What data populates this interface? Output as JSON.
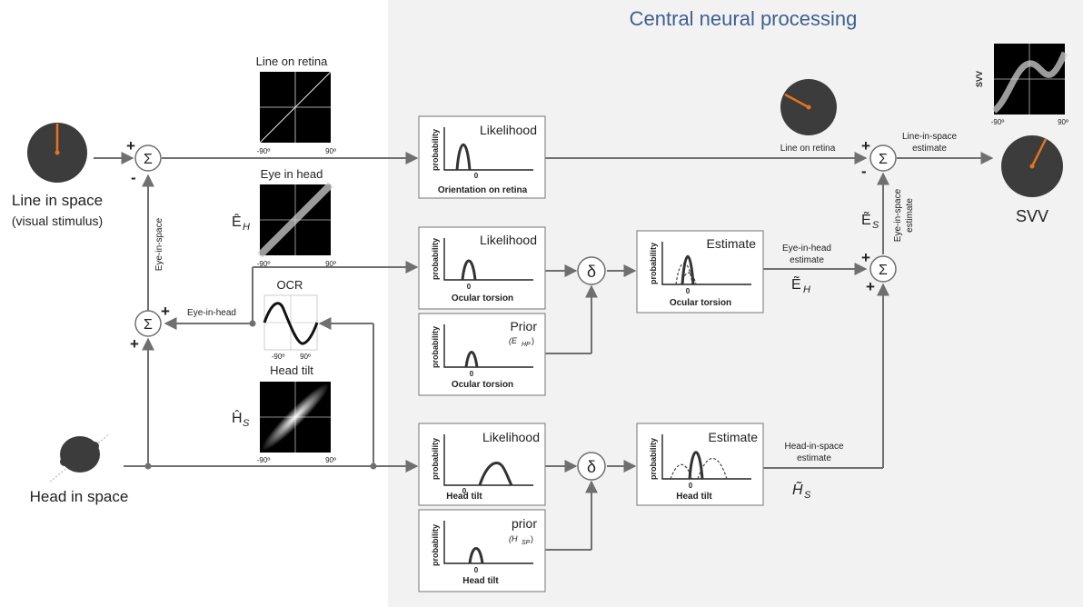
{
  "title": "Central neural processing",
  "inputs": {
    "line_in_space": "Line in space",
    "visual_stimulus": "(visual stimulus)",
    "head_in_space": "Head in space"
  },
  "output": {
    "svv": "SVV"
  },
  "heatmaps": {
    "line_on_retina": "Line on retina",
    "eye_in_head": "Eye in head",
    "head_tilt": "Head tilt",
    "svv_small": "SVV",
    "tick_min": "-90º",
    "tick_max": "90º"
  },
  "ocr": {
    "title": "OCR",
    "tick_min": "-90º",
    "tick_max": "90º"
  },
  "signals": {
    "eye_in_space": "Eye-in-space",
    "eye_in_head": "Eye-in-head",
    "line_on_retina": "Line on retina",
    "line_in_space_estimate_1": "Line-in-space",
    "line_in_space_estimate_2": "estimate",
    "eye_in_head_estimate_1": "Eye-in-head",
    "eye_in_head_estimate_2": "estimate",
    "head_in_space_estimate_1": "Head-in-space",
    "head_in_space_estimate_2": "estimate",
    "eye_in_space_estimate_1": "Eye-in-space",
    "eye_in_space_estimate_2": "estimate"
  },
  "symbols": {
    "E_H_hat": "Ê",
    "E_H_sub": "H",
    "H_S_hat": "Ĥ",
    "H_S_sub": "S",
    "E_S_tilde": "Ẽ",
    "E_S_sub": "S",
    "E_H_tilde": "Ẽ",
    "E_H_tilde_sub": "H",
    "H_S_tilde": "H̃",
    "H_S_tilde_sub": "S",
    "sigma": "Σ",
    "delta": "δ",
    "plus": "+",
    "minus": "-"
  },
  "boxes": {
    "retina_likelihood": {
      "title": "Likelihood",
      "ylabel": "probability",
      "xlabel": "Orientation on retina",
      "zero": "0"
    },
    "ocular_likelihood": {
      "title": "Likelihood",
      "ylabel": "probability",
      "xlabel": "Ocular torsion",
      "zero": "0"
    },
    "ocular_prior": {
      "title": "Prior",
      "sub": "(E",
      "sub_idx": "HP",
      "sub_close": ")",
      "ylabel": "probability",
      "xlabel": "Ocular torsion",
      "zero": "0"
    },
    "ocular_estimate": {
      "title": "Estimate",
      "ylabel": "probability",
      "xlabel": "Ocular torsion",
      "zero": "0"
    },
    "head_likelihood": {
      "title": "Likelihood",
      "ylabel": "probability",
      "xlabel": "Head tilt",
      "zero": "0"
    },
    "head_prior": {
      "title": "prior",
      "sub": "(H",
      "sub_idx": "SP",
      "sub_close": ")",
      "ylabel": "probability",
      "xlabel": "Head tilt",
      "zero": "0"
    },
    "head_estimate": {
      "title": "Estimate",
      "ylabel": "probability",
      "xlabel": "Head tilt",
      "zero": "0"
    }
  },
  "colors": {
    "panel_bg": "#f2f2f2",
    "title_blue": "#3f5f8f",
    "dial_dark": "#3c3c3c",
    "needle_orange": "#e8731a",
    "line_gray": "#6f6f6f"
  }
}
